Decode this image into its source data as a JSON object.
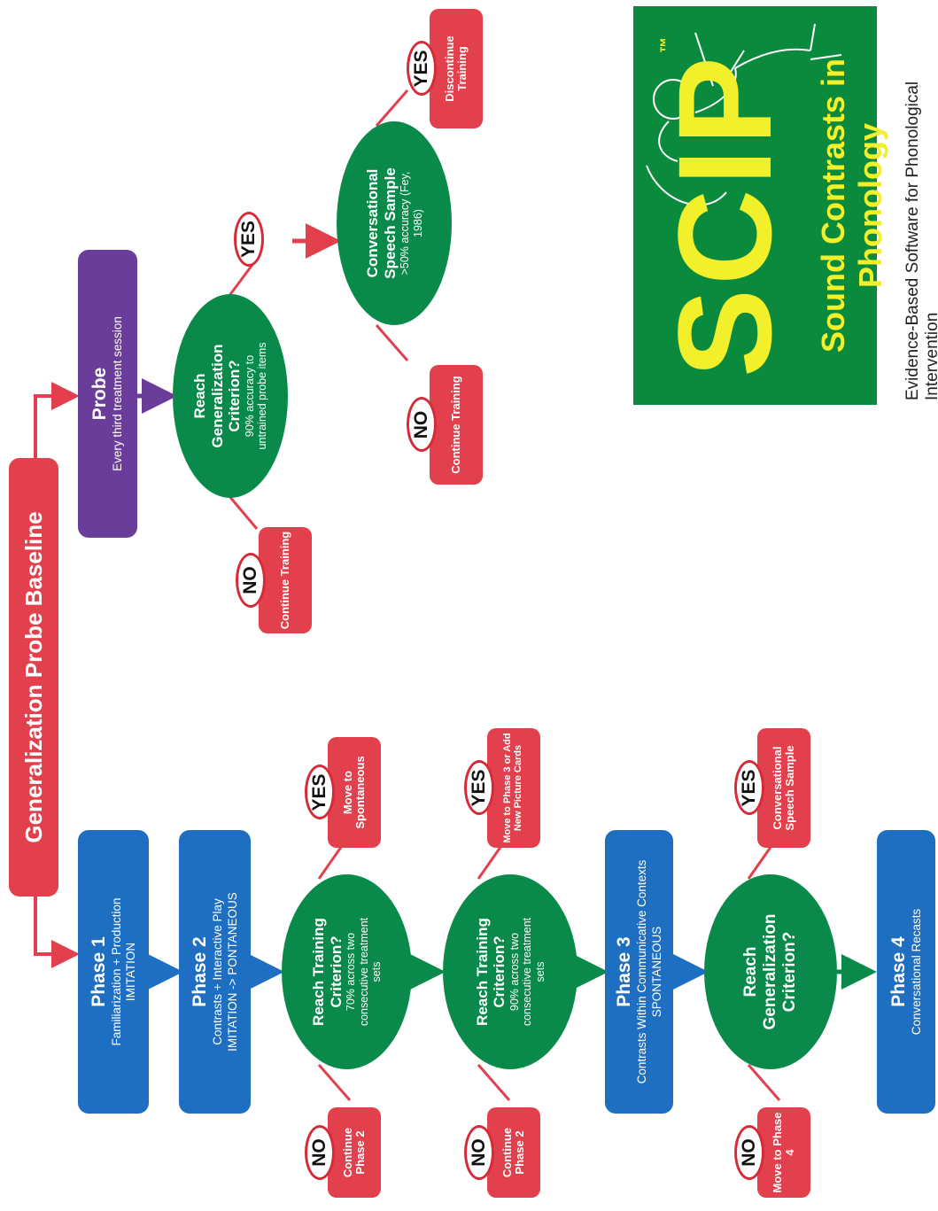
{
  "banner": {
    "title": "Generalization Probe Baseline"
  },
  "phases": {
    "phase1": {
      "title": "Phase 1",
      "line1": "Familiarization + Production",
      "line2": "IMITATION"
    },
    "phase2": {
      "title": "Phase 2",
      "line1": "Contrasts + Interactive Play",
      "line2": "IMITATION -> PONTANEOUS"
    },
    "phase3": {
      "title": "Phase 3",
      "line1": "Contrasts Within Communicative Contexts",
      "line2": "SPONTANEOUS"
    },
    "phase4": {
      "title": "Phase 4",
      "line1": "Conversational Recasts"
    }
  },
  "decisions": {
    "train70": {
      "title": "Reach Training Criterion?",
      "detail": "70% across two consecutive treatment sets"
    },
    "train90": {
      "title": "Reach Training Criterion?",
      "detail": "90% across two consecutive treatment sets"
    },
    "gen_left": {
      "title": "Reach Generalization Criterion?"
    },
    "gen_right": {
      "title": "Reach Generalization Criterion?",
      "detail": "90% accuracy to untrained probe items"
    },
    "conversational": {
      "title": "Conversational Speech Sample",
      "detail": ">50% accuracy (Fey, 1986)"
    }
  },
  "probe": {
    "title": "Probe",
    "detail": "Every third treatment session"
  },
  "outcomes": {
    "no1": {
      "badge": "NO",
      "text": "Continue Phase 2"
    },
    "yes1": {
      "badge": "YES",
      "text": "Move to Spontaneous"
    },
    "no2": {
      "badge": "NO",
      "text": "Continue Phase 2"
    },
    "yes2": {
      "badge": "YES",
      "text": "Move to Phase 3 or Add New Picture Cards"
    },
    "no3": {
      "badge": "NO",
      "text": "Move to Phase 4"
    },
    "yes3": {
      "badge": "YES",
      "text": "Conversational Speech Sample"
    },
    "no4": {
      "badge": "NO",
      "text": "Continue Training"
    },
    "yes4": {
      "badge": "YES"
    },
    "no5": {
      "badge": "NO",
      "text": "Continue Training"
    },
    "yes5": {
      "badge": "YES",
      "text": "Discontinue Training"
    }
  },
  "logo": {
    "main": "SCIP",
    "tm": "™",
    "subtitle": "Sound Contrasts in Phonology",
    "tagline": "Evidence-Based Software for Phonological Intervention"
  },
  "colors": {
    "blue": "#1e6fc1",
    "green": "#0a8a4a",
    "red": "#e2404c",
    "purple": "#6b3d9a",
    "logo_bg": "#0a8a3c",
    "logo_text": "#f2ef2b"
  }
}
